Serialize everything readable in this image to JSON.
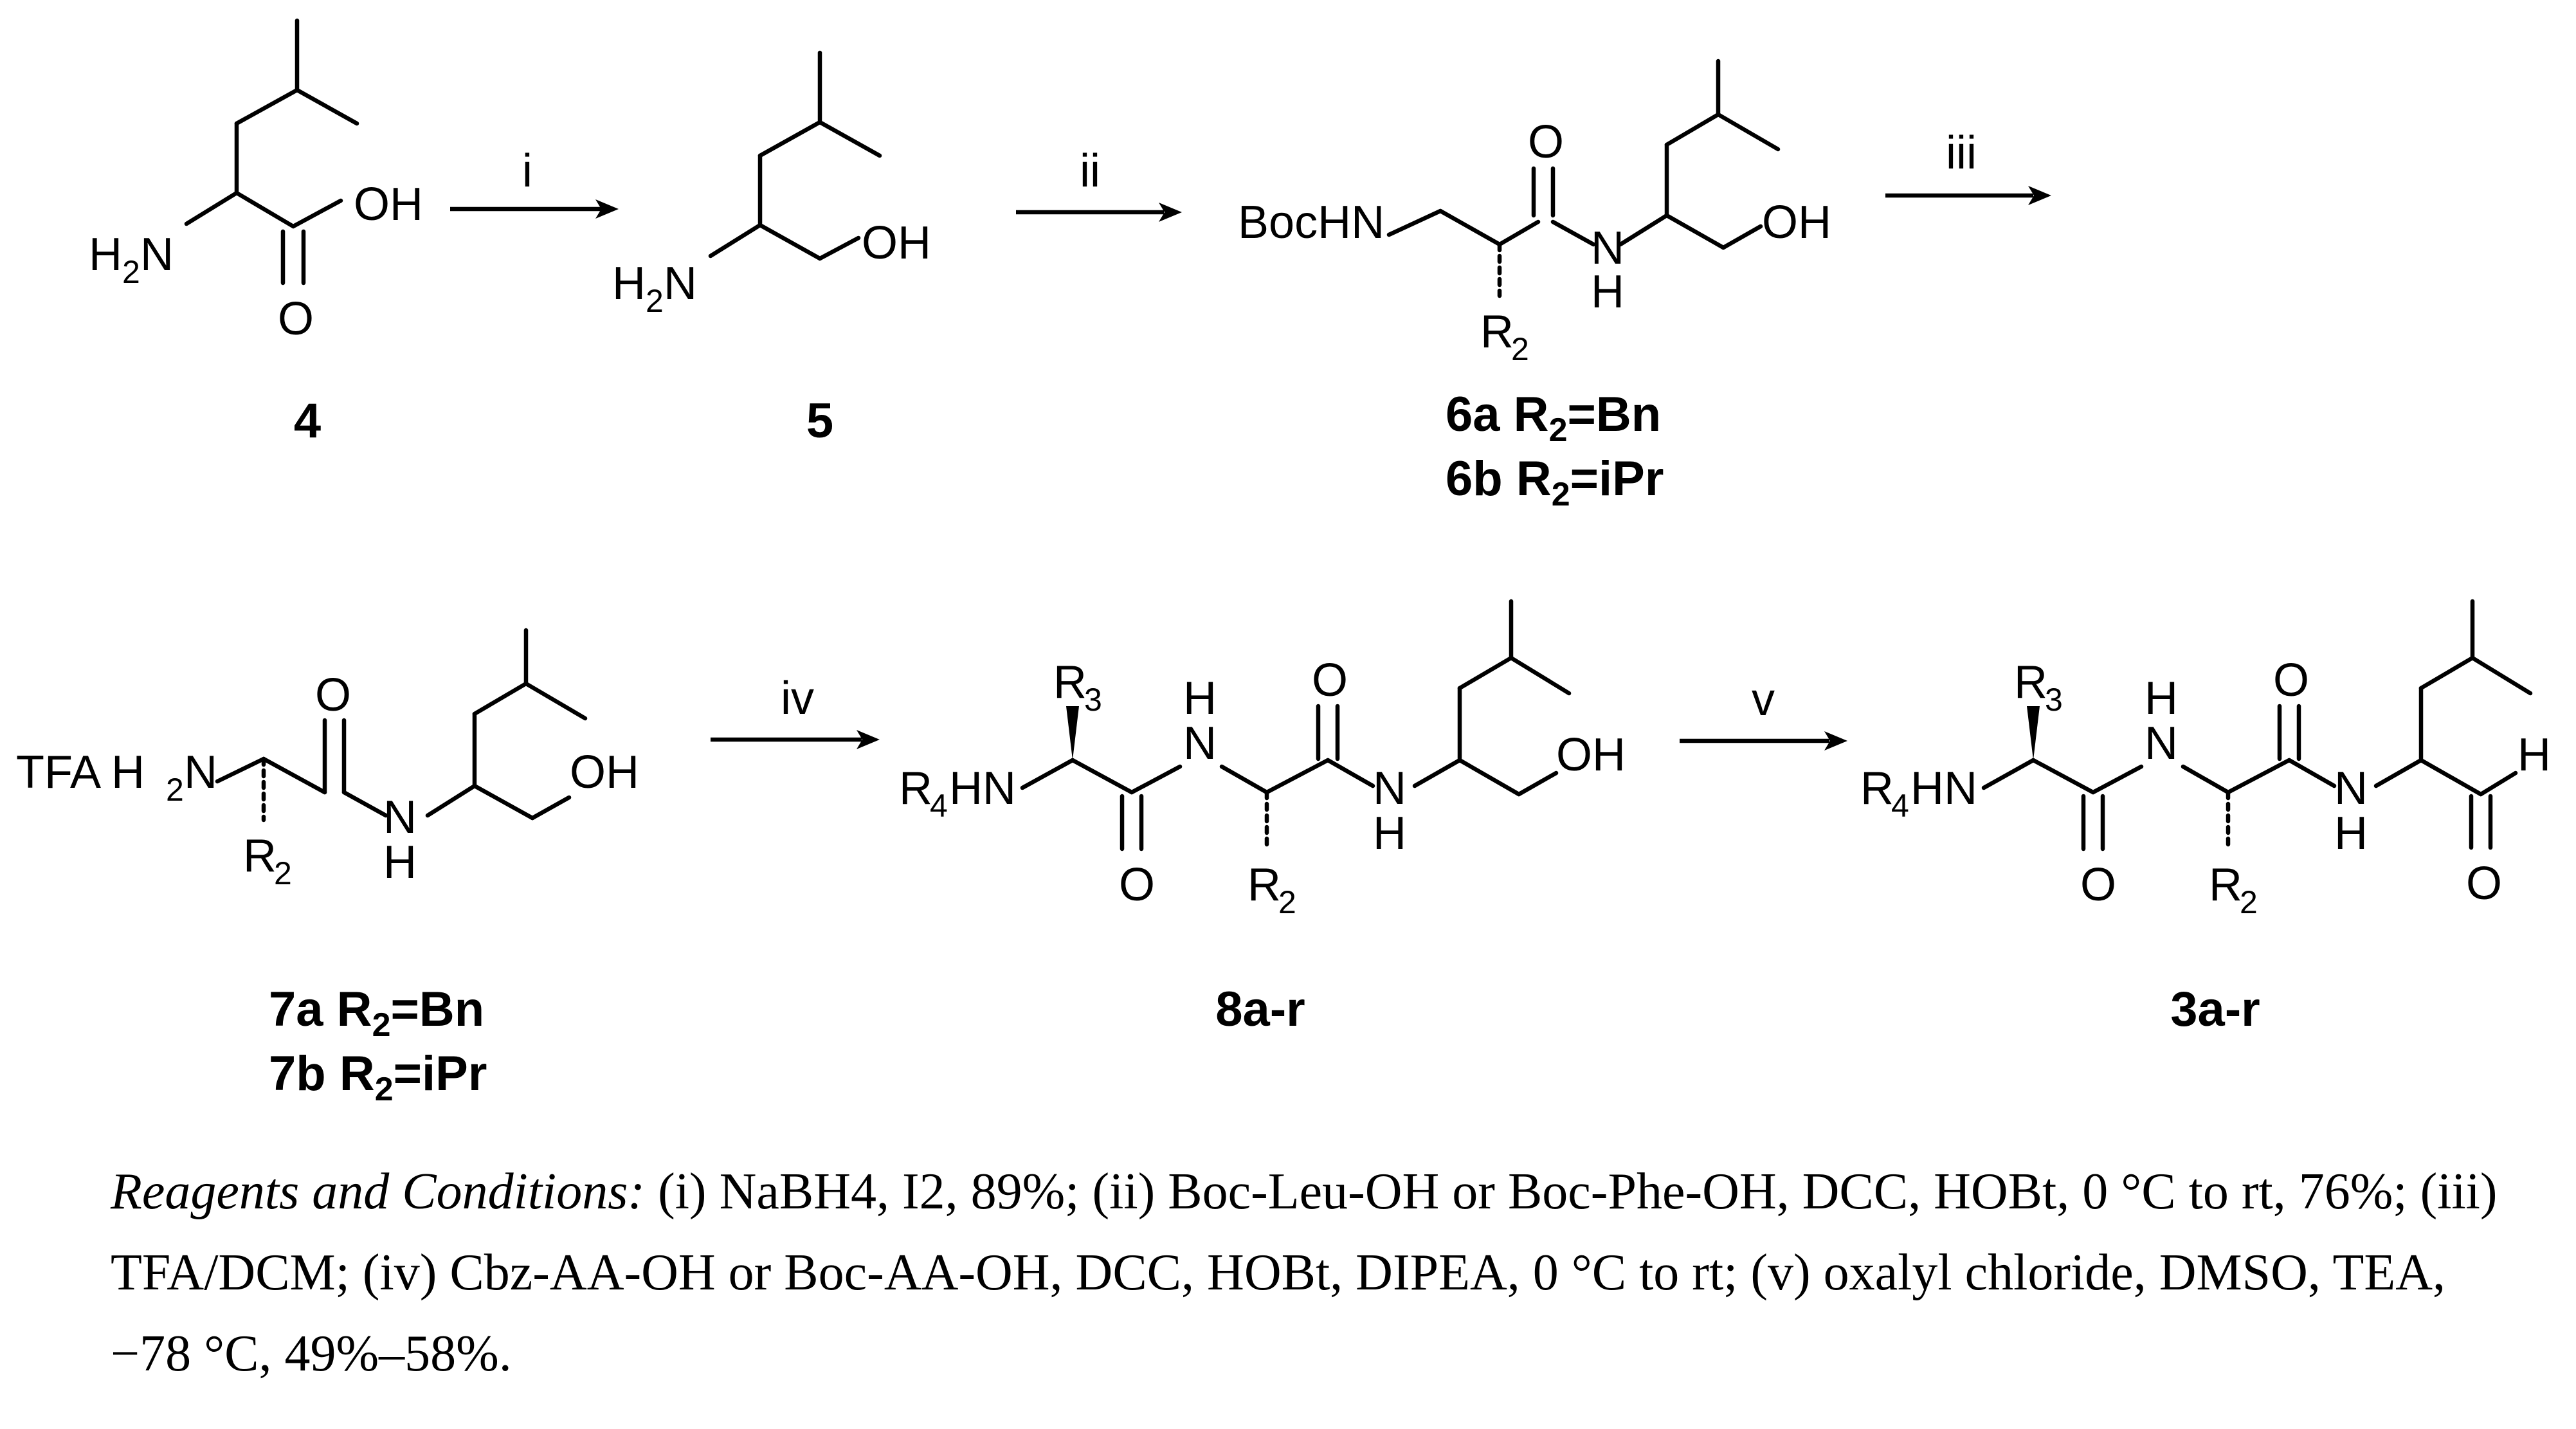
{
  "scheme": {
    "steps": [
      {
        "label": "i"
      },
      {
        "label": "ii"
      },
      {
        "label": "iii"
      },
      {
        "label": "iv"
      },
      {
        "label": "v"
      }
    ],
    "compounds": {
      "c4": {
        "id": "4"
      },
      "c5": {
        "id": "5"
      },
      "c6a": {
        "id": "6a",
        "sub_pre": "R",
        "sub_num": "2",
        "sub_post": "=Bn"
      },
      "c6b": {
        "id": "6b",
        "sub_pre": "R",
        "sub_num": "2",
        "sub_post": "=iPr"
      },
      "c7a": {
        "id": "7a",
        "sub_pre": "R",
        "sub_num": "2",
        "sub_post": "=Bn"
      },
      "c7b": {
        "id": "7b",
        "sub_pre": "R",
        "sub_num": "2",
        "sub_post": "=iPr"
      },
      "c8": {
        "id": "8a-r"
      },
      "c3": {
        "id": "3a-r"
      }
    },
    "atoms": {
      "oh": "OH",
      "o": "O",
      "h": "H",
      "n": "N",
      "nh2_h": "H",
      "nh2_2": "2",
      "nh2_n": "N",
      "bochn": "BocHN",
      "r": "R",
      "r2_num": "2",
      "r3_num": "3",
      "r4_num": "4",
      "hn": "HN",
      "tfa": "TFA H",
      "tfa_2": "2",
      "tfa_n": "N"
    }
  },
  "caption": {
    "label": "Reagents and Conditions:",
    "text": " (i) NaBH4, I2, 89%; (ii) Boc-Leu-OH or Boc-Phe-OH, DCC, HOBt, 0 °C to rt, 76%; (iii) TFA/DCM; (iv) Cbz-AA-OH or Boc-AA-OH, DCC, HOBt, DIPEA, 0 °C to rt; (v) oxalyl chloride, DMSO, TEA, −78 °C, 49%–58%."
  }
}
